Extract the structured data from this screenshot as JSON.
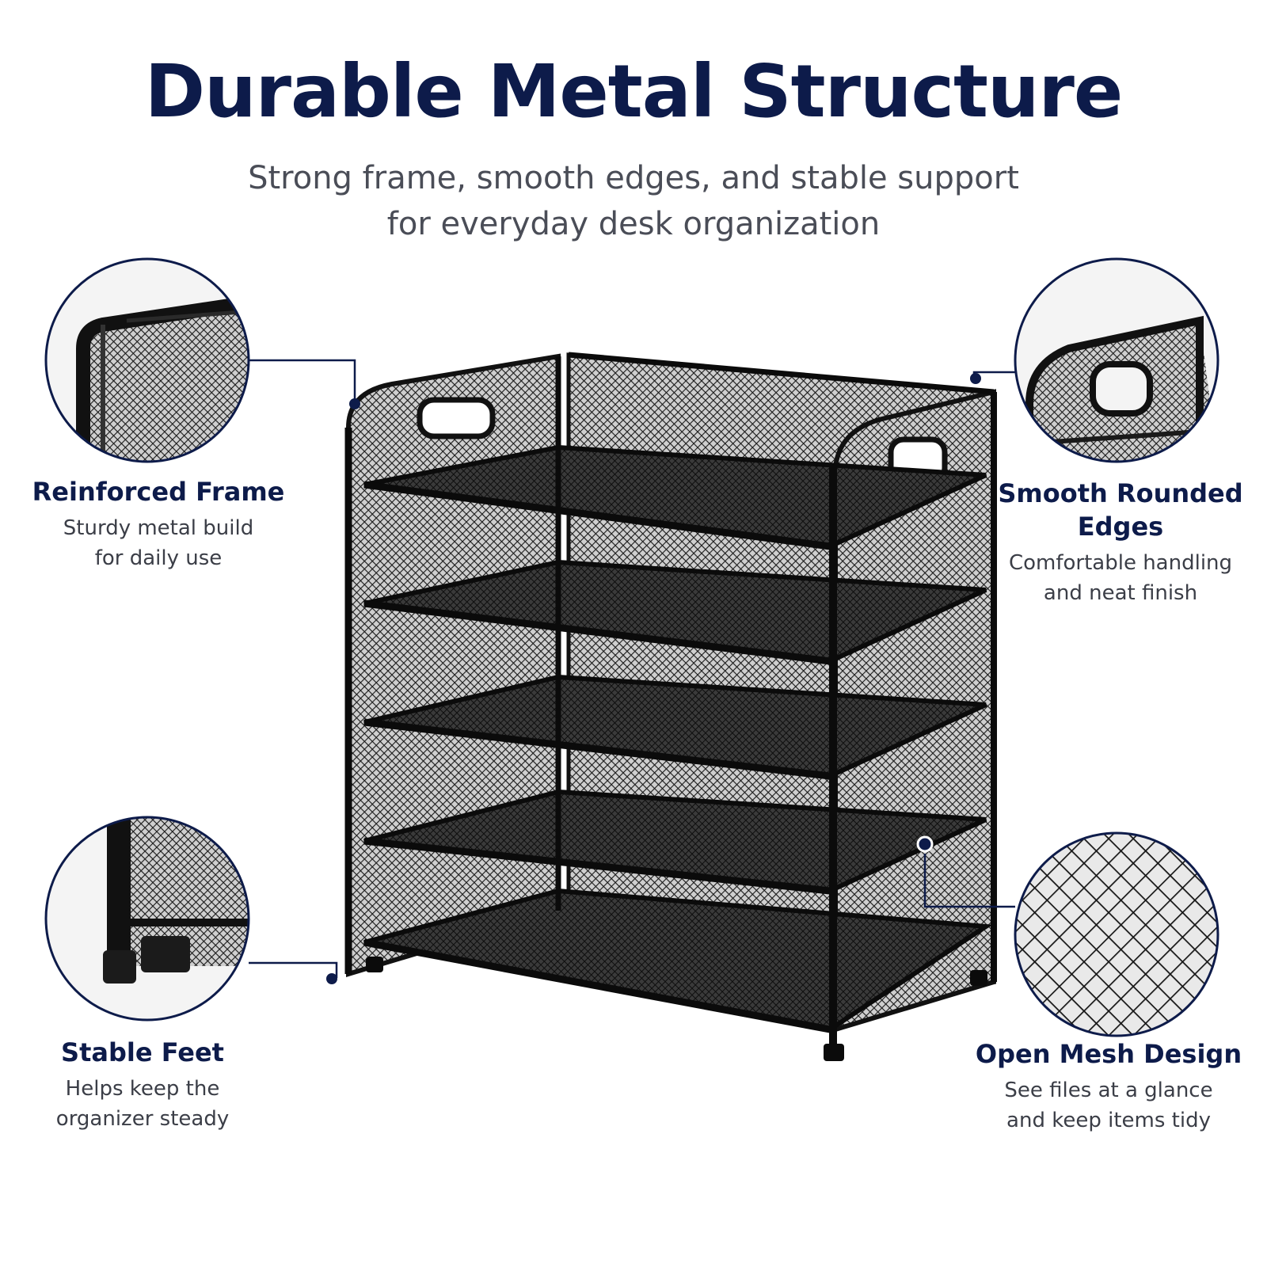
{
  "headline": "Durable Metal Structure",
  "subheadline": {
    "line1": "Strong frame, smooth edges, and stable support",
    "line2": "for everyday desk organization"
  },
  "callouts": [
    {
      "id": "reinforced-frame",
      "title": "Reinforced Frame",
      "desc_lines": [
        "Sturdy metal build",
        "for daily use"
      ]
    },
    {
      "id": "smooth-rounded-edges",
      "title_lines": [
        "Smooth Rounded",
        "Edges"
      ],
      "desc_lines": [
        "Comfortable handling",
        "and neat finish"
      ]
    },
    {
      "id": "stable-feet",
      "title": "Stable Feet",
      "desc_lines": [
        "Helps keep the",
        "organizer steady"
      ]
    },
    {
      "id": "open-mesh-design",
      "title": "Open Mesh Design",
      "desc_lines": [
        "See files at a glance",
        "and keep items tidy"
      ]
    }
  ],
  "colors": {
    "navy": "#0d1b4a",
    "text_gray": "#3b3e47",
    "metal_black": "#121212"
  },
  "product": "five-tier-mesh-file-organizer"
}
